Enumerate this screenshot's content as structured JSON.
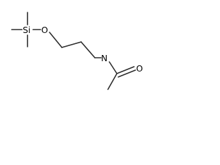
{
  "molecule": {
    "atoms": {
      "silicon": "Si",
      "oxygen_ether": "O",
      "nitrogen": "N",
      "oxygen_carbonyl": "O"
    }
  },
  "colors": {
    "bond": "#2b2b2b",
    "label": "#000000",
    "background": "#ffffff"
  }
}
